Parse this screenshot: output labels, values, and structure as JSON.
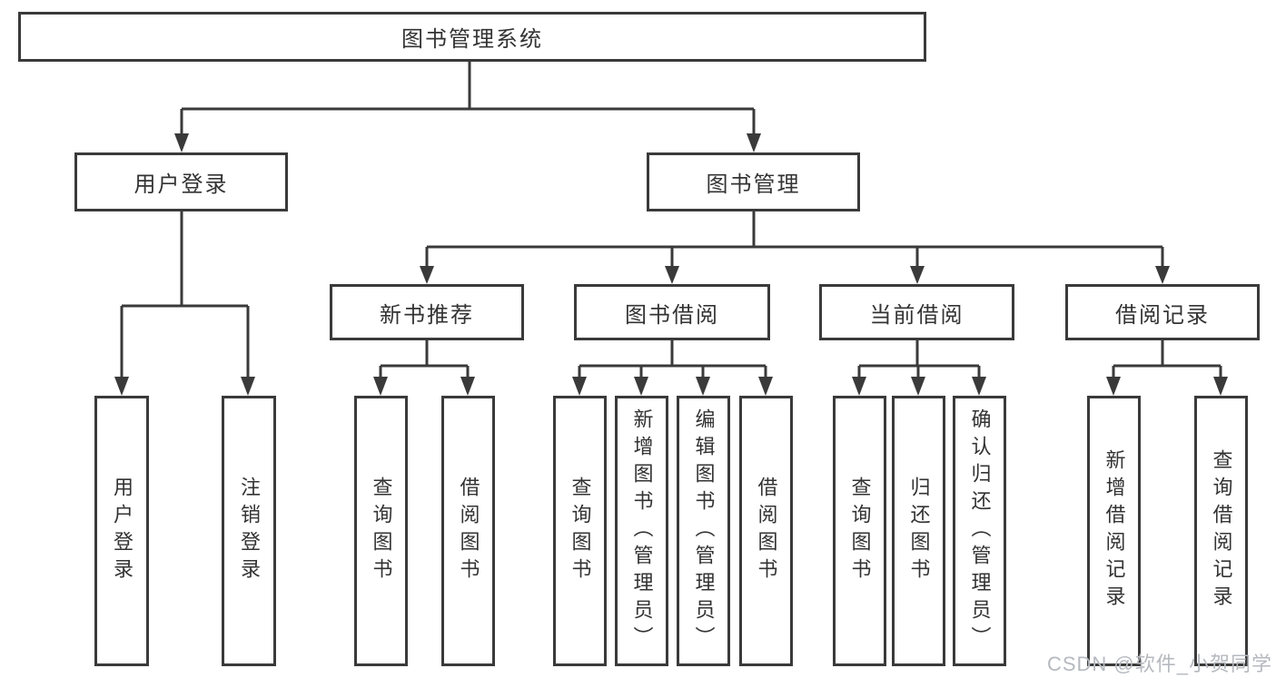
{
  "diagram": {
    "nodes": {
      "root": "图书管理系统",
      "userLogin": "用户登录",
      "bookManagement": "图书管理",
      "newBookRecommend": "新书推荐",
      "bookBorrow": "图书借阅",
      "currentBorrow": "当前借阅",
      "borrowRecords": "借阅记录"
    },
    "leaves": {
      "userLogin": [
        "用户登录",
        "注销登录"
      ],
      "newBookRecommend": [
        "查询图书",
        "借阅图书"
      ],
      "bookBorrow": [
        "查询图书",
        "新增图书（管理员）",
        "编辑图书（管理员）",
        "借阅图书"
      ],
      "currentBorrow": [
        "查询图书",
        "归还图书",
        "确认归还（管理员）"
      ],
      "borrowRecords": [
        "新增借阅记录",
        "查询借阅记录"
      ]
    },
    "watermark": "CSDN @软件_小贺同学",
    "colors": {
      "line": "#3a3a3a",
      "text": "#333333",
      "watermark": "#b5b9bf",
      "background": "#ffffff"
    }
  }
}
